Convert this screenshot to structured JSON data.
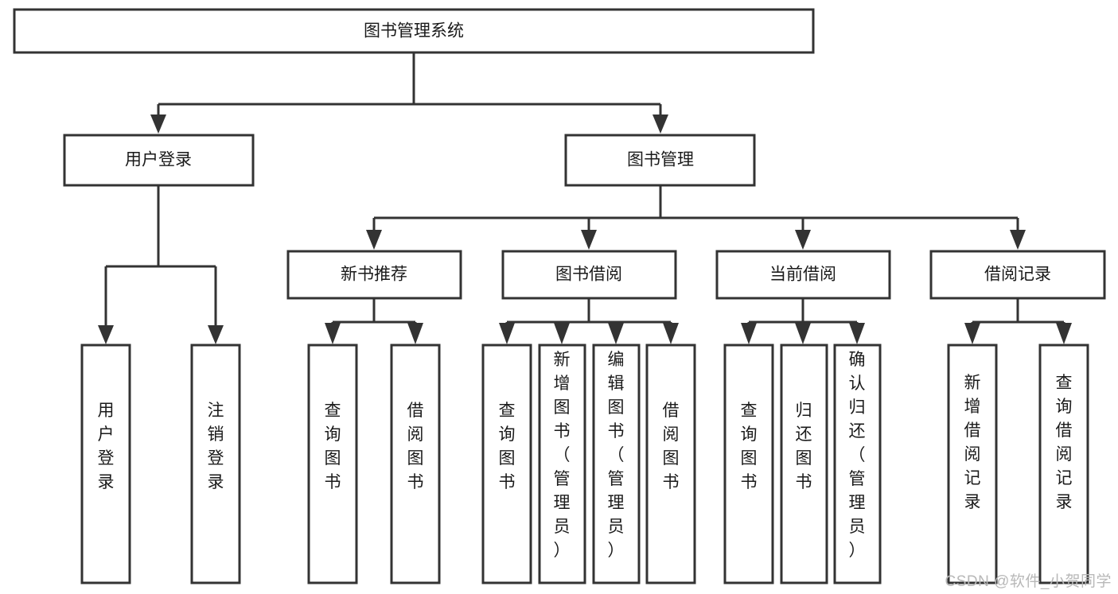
{
  "diagram": {
    "type": "tree",
    "orientation": "top-down",
    "title": "图书管理系统",
    "watermark": "CSDN @软件_小贺同学",
    "colors": {
      "background": "#ffffff",
      "box_fill": "#ffffff",
      "box_stroke": "#333333",
      "text": "#1a1a1a",
      "watermark": "#b8b8b8"
    },
    "levels": [
      {
        "level": 1,
        "nodes": [
          {
            "id": "root",
            "label": "图书管理系统",
            "orientation": "horizontal"
          }
        ]
      },
      {
        "level": 2,
        "nodes": [
          {
            "id": "user-login",
            "label": "用户登录",
            "orientation": "horizontal",
            "parent": "root"
          },
          {
            "id": "book-manage",
            "label": "图书管理",
            "orientation": "horizontal",
            "parent": "root"
          }
        ]
      },
      {
        "level": 3,
        "nodes": [
          {
            "id": "new-book-rec",
            "label": "新书推荐",
            "orientation": "horizontal",
            "parent": "book-manage"
          },
          {
            "id": "book-borrow",
            "label": "图书借阅",
            "orientation": "horizontal",
            "parent": "book-manage"
          },
          {
            "id": "current-borrow",
            "label": "当前借阅",
            "orientation": "horizontal",
            "parent": "book-manage"
          },
          {
            "id": "borrow-record",
            "label": "借阅记录",
            "orientation": "horizontal",
            "parent": "book-manage"
          }
        ]
      },
      {
        "level": 4,
        "nodes": [
          {
            "id": "leaf-user-login",
            "label": "用户登录",
            "orientation": "vertical",
            "parent": "user-login"
          },
          {
            "id": "leaf-logout",
            "label": "注销登录",
            "orientation": "vertical",
            "parent": "user-login"
          },
          {
            "id": "leaf-query-book-1",
            "label": "查询图书",
            "orientation": "vertical",
            "parent": "new-book-rec"
          },
          {
            "id": "leaf-borrow-book-1",
            "label": "借阅图书",
            "orientation": "vertical",
            "parent": "new-book-rec"
          },
          {
            "id": "leaf-query-book-2",
            "label": "查询图书",
            "orientation": "vertical",
            "parent": "book-borrow"
          },
          {
            "id": "leaf-add-book",
            "label": "新增图书（管理员）",
            "orientation": "vertical",
            "parent": "book-borrow"
          },
          {
            "id": "leaf-edit-book",
            "label": "编辑图书（管理员）",
            "orientation": "vertical",
            "parent": "book-borrow"
          },
          {
            "id": "leaf-borrow-book-2",
            "label": "借阅图书",
            "orientation": "vertical",
            "parent": "book-borrow"
          },
          {
            "id": "leaf-query-book-3",
            "label": "查询图书",
            "orientation": "vertical",
            "parent": "current-borrow"
          },
          {
            "id": "leaf-return-book",
            "label": "归还图书",
            "orientation": "vertical",
            "parent": "current-borrow"
          },
          {
            "id": "leaf-confirm-return",
            "label": "确认归还（管理员）",
            "orientation": "vertical",
            "parent": "current-borrow"
          },
          {
            "id": "leaf-add-record",
            "label": "新增借阅记录",
            "orientation": "vertical",
            "parent": "borrow-record"
          },
          {
            "id": "leaf-query-record",
            "label": "查询借阅记录",
            "orientation": "vertical",
            "parent": "borrow-record"
          }
        ]
      }
    ]
  }
}
